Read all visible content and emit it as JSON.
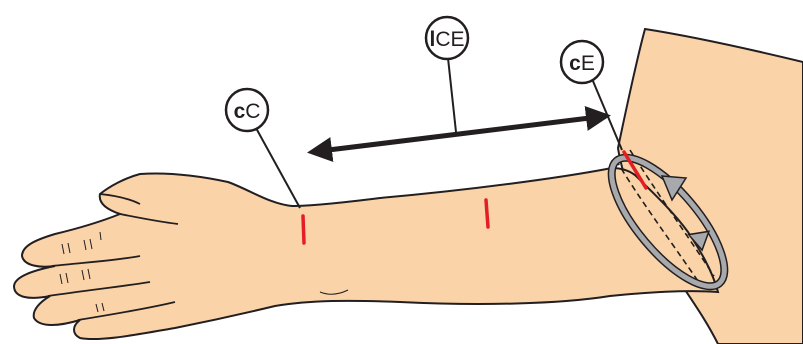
{
  "labels": {
    "ice": {
      "prefix": "l",
      "main": "CE"
    },
    "cc": {
      "prefix": "c",
      "main": "C"
    },
    "ce": {
      "prefix": "c",
      "main": "E"
    }
  },
  "colors": {
    "skin": "#fad3a9",
    "outline": "#231f20",
    "marker": "#e31e24",
    "strap": "#a7a9ac"
  }
}
